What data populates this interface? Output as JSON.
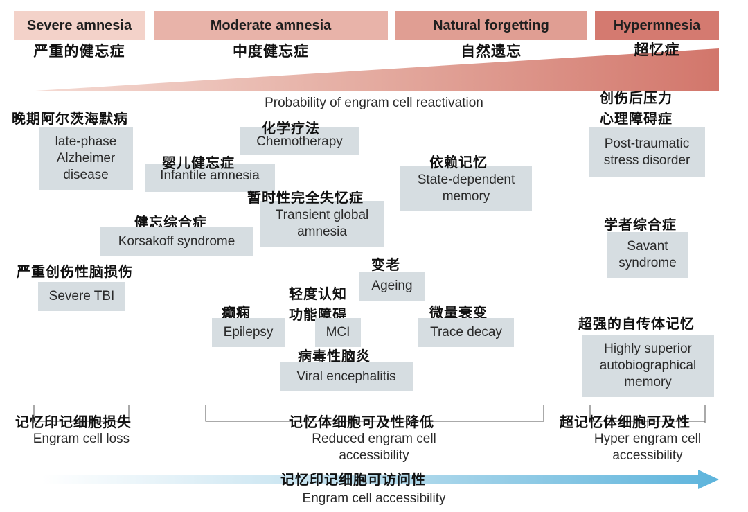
{
  "colors": {
    "severe": "#f3d2c9",
    "moderate": "#e8b3a9",
    "natural": "#e09e93",
    "hyper": "#d47a70",
    "box": "#d6dde1",
    "arrow": "#6cbcdf"
  },
  "categories": [
    {
      "en": "Severe amnesia",
      "zh": "严重的健忘症"
    },
    {
      "en": "Moderate amnesia",
      "zh": "中度健忘症"
    },
    {
      "en": "Natural forgetting",
      "zh": "自然遗忘"
    },
    {
      "en": "Hypermnesia",
      "zh": "超忆症"
    }
  ],
  "wedge_label": "Probability of engram cell reactivation",
  "conditions": {
    "alzheimer": {
      "zh": "晚期阿尔茨海默病",
      "en": [
        "late-phase",
        "Alzheimer",
        "disease"
      ]
    },
    "chemo": {
      "zh": "化学疗法",
      "en": "Chemotherapy"
    },
    "infantile": {
      "zh": "婴儿健忘症",
      "en": "Infantile amnesia"
    },
    "state": {
      "zh": "依赖记忆",
      "en": [
        "State-dependent",
        "memory"
      ]
    },
    "ptsd": {
      "zh": [
        "创伤后压力",
        "心理障碍症"
      ],
      "en": [
        "Post-traumatic",
        "stress disorder"
      ]
    },
    "tga": {
      "zh": "暂时性完全失忆症",
      "en": [
        "Transient global",
        "amnesia"
      ]
    },
    "korsakoff": {
      "zh": "健忘综合症",
      "en": "Korsakoff syndrome"
    },
    "savant": {
      "zh": "学者综合症",
      "en": [
        "Savant",
        "syndrome"
      ]
    },
    "tbi": {
      "zh": "严重创伤性脑损伤",
      "en": "Severe TBI"
    },
    "ageing": {
      "zh": "变老",
      "en": "Ageing"
    },
    "mci": {
      "zh": [
        "轻度认知",
        "功能障碍"
      ],
      "en": "MCI"
    },
    "epilepsy": {
      "zh": "癫痫",
      "en": "Epilepsy"
    },
    "trace": {
      "zh": "微量衰变",
      "en": "Trace decay"
    },
    "hsam": {
      "zh": "超强的自传体记忆",
      "en": [
        "Highly superior",
        "autobiographical",
        "memory"
      ]
    },
    "viral": {
      "zh": "病毒性脑炎",
      "en": "Viral encephalitis"
    }
  },
  "mechanisms": [
    {
      "zh": "记忆印记细胞损失",
      "en": [
        "Engram cell loss"
      ]
    },
    {
      "zh": "记忆体细胞可及性降低",
      "en": [
        "Reduced engram cell",
        "accessibility"
      ]
    },
    {
      "zh": "超记忆体细胞可及性",
      "en": [
        "Hyper engram cell",
        "accessibility"
      ]
    }
  ],
  "axis": {
    "zh": "记忆印记细胞可访问性",
    "en": "Engram cell accessibility"
  }
}
